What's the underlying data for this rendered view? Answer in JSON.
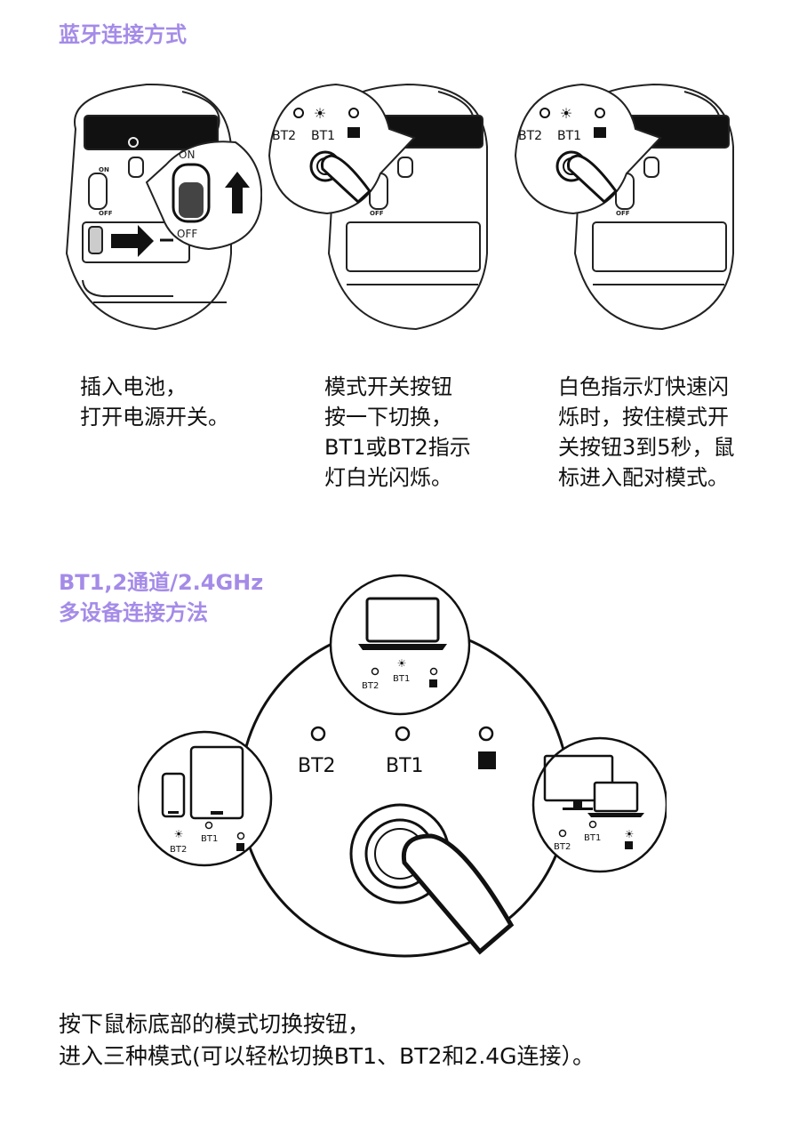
{
  "section1": {
    "heading": "蓝牙连接方式",
    "step1": {
      "switch_on": "ON",
      "switch_off": "OFF",
      "caption": "插入电池，\n打开电源开关。"
    },
    "step2": {
      "bt2": "BT2",
      "bt1": "BT1",
      "caption": "模式开关按钮\n按一下切换，\nBT1或BT2指示\n灯白光闪烁。"
    },
    "step3": {
      "bt2": "BT2",
      "bt1": "BT1",
      "caption": "白色指示灯快速闪\n烁时，按住模式开\n关按钮3到5秒，鼠\n标进入配对模式。"
    }
  },
  "section2": {
    "heading_line1": "BT1,2通道/2.4GHz",
    "heading_line2": "多设备连接方法",
    "diagram": {
      "bt2": "BT2",
      "bt1": "BT1",
      "laptop_bt2": "BT2",
      "laptop_bt1": "BT1",
      "mobile_bt2": "BT2",
      "mobile_bt1": "BT1",
      "desktop_bt2": "BT2",
      "desktop_bt1": "BT1"
    },
    "caption": "按下鼠标底部的模式切换按钮，\n进入三种模式(可以轻松切换BT1、BT2和2.4G连接）。"
  }
}
